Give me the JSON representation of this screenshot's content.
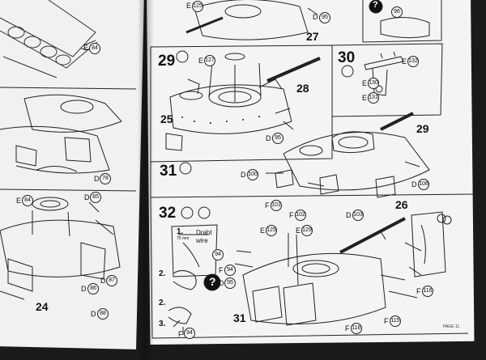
{
  "steps": {
    "s29": "29",
    "s30": "30",
    "s31": "31",
    "s32": "32"
  },
  "labels": {
    "n27": "27",
    "n28": "28",
    "n25": "25",
    "n29b": "29",
    "n26": "26",
    "n24": "24",
    "n31b": "31",
    "n1": "1.",
    "n2": "2.",
    "n2b": "2.",
    "n3": "3."
  },
  "callouts": {
    "e125a": "E",
    "e127": "E",
    "d95a": "D",
    "d95b": "D",
    "e84": "E",
    "d78": "D",
    "e84b": "E",
    "d85": "D",
    "d86": "D",
    "d87": "D",
    "d88": "D",
    "e132": "E",
    "e130": "E",
    "e131": "E",
    "d100": "D",
    "d106": "D",
    "f101": "F",
    "f102": "F",
    "d103": "D",
    "e125b": "E",
    "e129": "E",
    "f94": "F",
    "d95c": "D",
    "f116": "F",
    "f115": "F",
    "f94b": "F",
    "f116b": "F"
  },
  "numbers": {
    "c125a": "125",
    "c127": "127",
    "c95a": "95",
    "c95b": "95",
    "c84": "84",
    "c78": "78",
    "c84b": "84",
    "c85": "85",
    "c86": "86",
    "c87": "87",
    "c88": "88",
    "c132": "132",
    "c130": "130",
    "c131": "131",
    "c100": "100",
    "c106": "106",
    "c101": "101",
    "c102": "102",
    "c103": "103",
    "c125b": "125",
    "c129": "129",
    "c94": "94",
    "c95c": "95",
    "c116": "116",
    "c115": "115",
    "c94b": "94",
    "c116b": "116",
    "c94c": "94",
    "c96": "96"
  },
  "wire_text": {
    "line1": "Draht",
    "line2": "wire"
  },
  "measure": "75 mm",
  "footer": "PAGE 11",
  "colors": {
    "ink": "#111111",
    "paper": "#f4f4f2",
    "background": "#1a1a1a"
  }
}
